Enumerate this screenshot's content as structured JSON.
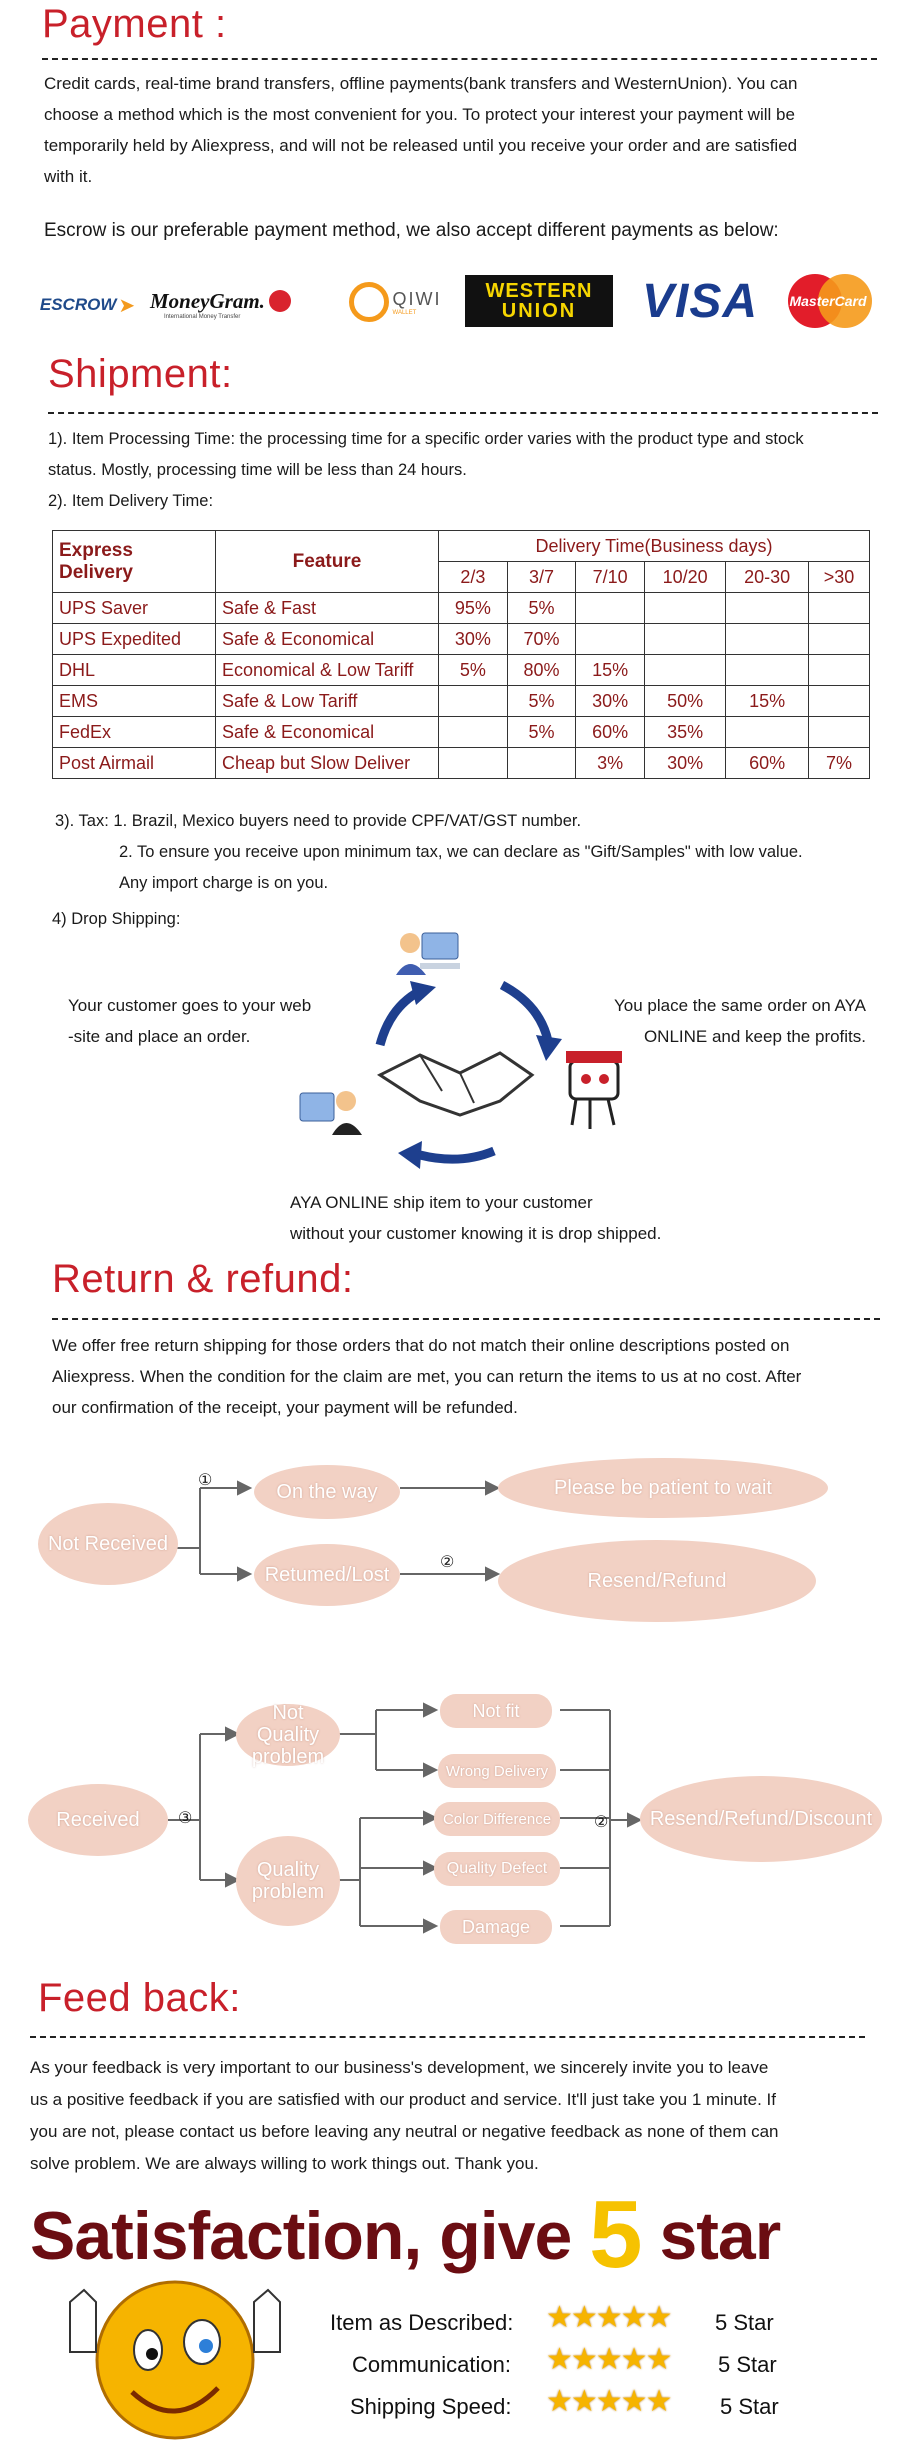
{
  "payment": {
    "heading": "Payment :",
    "para1_lines": [
      "Credit cards, real-time brand transfers, offline payments(bank transfers and WesternUnion). You can",
      "choose a method which is the most convenient for you. To protect your interest your payment will be",
      "temporarily held by Aliexpress, and will not be released until you receive your order and are satisfied",
      "with it."
    ],
    "para2": "Escrow is our preferable payment method, we also accept different payments as below:",
    "logos": {
      "escrow": "ESCROW",
      "moneygram": "MoneyGram.",
      "moneygram_sub": "International Money Transfer",
      "qiwi": "QIWI",
      "qiwi_sub": "WALLET",
      "western1": "WESTERN",
      "western2": "UNION",
      "visa": "VISA",
      "mastercard": "MasterCard"
    }
  },
  "shipment": {
    "heading": "Shipment:",
    "line1": "1). Item Processing Time: the processing time for a specific order varies with the product type and stock",
    "line2": "status. Mostly, processing time will be less than 24 hours.",
    "line3": "2). Item Delivery Time:",
    "table": {
      "col_express": "Express Delivery",
      "col_feature": "Feature",
      "col_delivery": "Delivery Time(Business days)",
      "day_cols": [
        "2/3",
        "3/7",
        "7/10",
        "10/20",
        "20-30",
        ">30"
      ],
      "rows": [
        {
          "name": "UPS Saver",
          "feature": "Safe & Fast",
          "vals": [
            "95%",
            "5%",
            "",
            "",
            "",
            ""
          ]
        },
        {
          "name": "UPS Expedited",
          "feature": "Safe & Economical",
          "vals": [
            "30%",
            "70%",
            "",
            "",
            "",
            ""
          ]
        },
        {
          "name": "DHL",
          "feature": "Economical & Low Tariff",
          "vals": [
            "5%",
            "80%",
            "15%",
            "",
            "",
            ""
          ]
        },
        {
          "name": "EMS",
          "feature": "Safe & Low Tariff",
          "vals": [
            "",
            "5%",
            "30%",
            "50%",
            "15%",
            ""
          ]
        },
        {
          "name": "FedEx",
          "feature": "Safe & Economical",
          "vals": [
            "",
            "5%",
            "60%",
            "35%",
            "",
            ""
          ]
        },
        {
          "name": "Post Airmail",
          "feature": "Cheap but Slow Deliver",
          "vals": [
            "",
            "",
            "3%",
            "30%",
            "60%",
            "7%"
          ]
        }
      ]
    },
    "tax1": "3). Tax: 1. Brazil, Mexico buyers need to provide CPF/VAT/GST number.",
    "tax2": "2. To ensure you receive upon minimum tax, we can declare as \"Gift/Samples\" with low value.",
    "tax3": "Any import charge is on you.",
    "drop_title": "4) Drop Shipping:",
    "drop_left1": "Your customer goes to your web",
    "drop_left2": "-site and place an order.",
    "drop_right1": "You place the same order on AYA",
    "drop_right2": "ONLINE and keep the profits.",
    "drop_bottom1": "AYA ONLINE ship item to your customer",
    "drop_bottom2": "without your customer knowing it is drop shipped."
  },
  "refund": {
    "heading": "Return & refund:",
    "lines": [
      "We offer free return shipping for  those orders that do not  match their online descriptions  posted on",
      "Aliexpress. When the condition for the claim are met, you can return the items to us at no cost. After",
      "our confirmation of the receipt, your payment will be refunded."
    ],
    "flow1": {
      "not_received": "Not Received",
      "on_the_way": "On the way",
      "returned_lost": "Retumed/Lost",
      "patient": "Please be patient to wait",
      "resend_refund": "Resend/Refund",
      "num1": "①",
      "num2": "②"
    },
    "flow2": {
      "received": "Received",
      "not_quality1": "Not",
      "not_quality2": "Quality",
      "not_quality3": "problem",
      "quality1": "Quality",
      "quality2": "problem",
      "not_fit": "Not fit",
      "wrong_delivery": "Wrong Delivery",
      "color_diff": "Color Difference",
      "quality_defect": "Quality Defect",
      "damage": "Damage",
      "result": "Resend/Refund/Discount",
      "num3": "③",
      "num2": "②"
    }
  },
  "feedback": {
    "heading": "Feed back:",
    "lines": [
      "As your feedback is very important to our business's development, we sincerely invite you to leave",
      "us a positive feedback if you are satisfied with our product and service. It'll just take you 1 minute. If",
      "you are not, please contact us before leaving any neutral or negative feedback as none of them can",
      "solve problem. We are always willing to work things out. Thank you."
    ],
    "banner_a": "Satisfaction, give ",
    "banner_num": "5",
    "banner_b": " star",
    "ratings": [
      {
        "label": "Item as Described:",
        "value": "5 Star",
        "stars": "★★★★★"
      },
      {
        "label": "Communication:",
        "value": "5 Star",
        "stars": "★★★★★"
      },
      {
        "label": "Shipping Speed:",
        "value": "5 Star",
        "stars": "★★★★★"
      }
    ]
  },
  "colors": {
    "heading": "#c8202a",
    "table_text": "#8b1a1a",
    "oval": "#f2d1c4",
    "banner": "#6b0d12",
    "five": "#f6c200"
  }
}
